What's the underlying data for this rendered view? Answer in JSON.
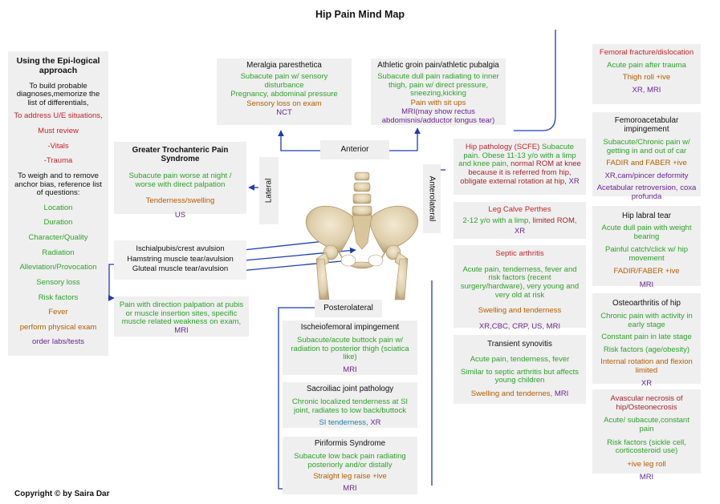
{
  "title": "Hip Pain Mind Map",
  "copyright": "Copyright © by Saira Dar",
  "epi": {
    "heading": "Using the Epi-logical approach",
    "lines": [
      {
        "t": "To build probable diagnoses,memorize the list of differentials,",
        "c": "k"
      },
      {
        "t": "To address U/E situations,",
        "c": "r"
      },
      {
        "t": "Must review",
        "c": "r"
      },
      {
        "t": "-Vitals",
        "c": "r"
      },
      {
        "t": "-Trauma",
        "c": "r"
      },
      {
        "t": "To weigh and to remove anchor bias, reference list of questions:",
        "c": "k"
      },
      {
        "t": "Location",
        "c": "g"
      },
      {
        "t": "Duration",
        "c": "g"
      },
      {
        "t": "Character/Quality",
        "c": "g"
      },
      {
        "t": "Radiation",
        "c": "g"
      },
      {
        "t": "Alleviation/Provocation",
        "c": "g"
      },
      {
        "t": "Sensory loss",
        "c": "g"
      },
      {
        "t": "Risk factors",
        "c": "g"
      },
      {
        "t": "Fever",
        "c": "o"
      },
      {
        "t": "perform physical exam",
        "c": "o"
      },
      {
        "t": "order labs/tests",
        "c": "p"
      }
    ]
  },
  "regions": {
    "anterior": "Anterior",
    "lateral": "Lateral",
    "anterolateral": "Anterolateral",
    "posterolateral": "Posterolateral"
  },
  "meralgia": {
    "lines": [
      {
        "t": "Meralgia paresthetica",
        "c": "hdp"
      },
      {
        "t": "Subacute pain w/ sensory disturbance",
        "c": "g"
      },
      {
        "t": "Pregnancy, abdominal pressure",
        "c": "g"
      },
      {
        "t": "Sensory loss on exam",
        "c": "o"
      },
      {
        "t": "NCT",
        "c": "p"
      }
    ]
  },
  "athletic": {
    "lines": [
      {
        "t": "Athletic groin pain/athletic pubalgia",
        "c": "hdp"
      },
      {
        "t": "Subacute dull pain radiating to inner thigh, pain w/ direct pressure, sneezing,kicking",
        "c": "g"
      },
      {
        "t": "Pain with sit ups",
        "c": "o"
      },
      {
        "t": "MRI(may show rectus abdomisnis/adductor longus tear)",
        "c": "p"
      }
    ]
  },
  "greater": {
    "lines": [
      {
        "t": "Greater Trochanteric Pain Syndrome",
        "c": "hd"
      },
      {
        "t": "Subacute pain worse at night / worse with direct palpation",
        "c": "g"
      },
      {
        "t": "Tenderness/swelling",
        "c": "o"
      },
      {
        "t": "US",
        "c": "p"
      }
    ]
  },
  "avulsion": {
    "lines": [
      {
        "t": "Ischialpubis/crest avulsion",
        "c": "k"
      },
      {
        "t": "Hamstring muscle tear/avulsion",
        "c": "k"
      },
      {
        "t": "Gluteal muscle tear/avulsion",
        "c": "k"
      }
    ]
  },
  "avulsion_detail": {
    "text": "Pain with direction palpation at pubis or muscle insertion sites, specific muscle related weakness on exam,",
    "test": "MRI"
  },
  "ischio": {
    "lines": [
      {
        "t": "Ischeiofemoral impingement",
        "c": "hdp"
      },
      {
        "t": "Subacute/acute buttock pain w/ radiation to posterior thigh (sciatica like)",
        "c": "g"
      },
      {
        "t": "MRI",
        "c": "p"
      }
    ]
  },
  "sacro": {
    "heading": "Sacroiliac joint pathology",
    "desc": "Chronic localized tenderness at SI joint, radiates to low back/buttock",
    "exam": "SI tenderness,",
    "test": "XR"
  },
  "piri": {
    "lines": [
      {
        "t": "Piriformis Syndrome",
        "c": "hdp"
      },
      {
        "t": "Subacute low back pain radiating posteriorly and/or distally",
        "c": "g"
      },
      {
        "t": "Straight leg raise +ive",
        "c": "o"
      },
      {
        "t": "MRI",
        "c": "p"
      }
    ]
  },
  "scfe": {
    "name": "Hip pathology (SCFE)",
    "desc1": "Subacute pain.",
    "desc2": "Obese 11-13 y/o with a limp and knee pain,",
    "exam": "normal ROM at knee because it is referred from hip, obligate external rotation at hip,",
    "test": "XR"
  },
  "perthes": {
    "name": "Leg Calve Perthes",
    "desc": "2-12 y/o with a limp,",
    "exam": "limited ROM,",
    "test": "XR"
  },
  "septic": {
    "lines": [
      {
        "t": "Septic arthritis",
        "c": "r"
      },
      {
        "t": "Acute pain, tenderness, fever and risk factors (recent surgery/hardware), very young and very old at risk",
        "c": "g"
      },
      {
        "t": "Swelling and tenderness",
        "c": "o"
      },
      {
        "t": "XR,CBC, CRP, US, MRI",
        "c": "p"
      }
    ]
  },
  "transient": {
    "name": "Transient synovitis",
    "desc1": "Acute pain, tenderness, fever",
    "desc2": "Similar to septic arthritis but affects young children",
    "exam": "Swelling and tendernes,",
    "test": "MRI"
  },
  "fracture": {
    "lines": [
      {
        "t": "Femoral fracture/dislocation",
        "c": "r"
      },
      {
        "t": "Acute pain after trauma",
        "c": "g"
      },
      {
        "t": "Thigh roll +ive",
        "c": "o"
      },
      {
        "t": "XR, MRI",
        "c": "p"
      }
    ]
  },
  "fai": {
    "lines": [
      {
        "t": "Femoroacetabular impingement",
        "c": "hdp"
      },
      {
        "t": "Subacute/Chronic pain w/ getting in and out of car",
        "c": "g"
      },
      {
        "t": "FADIR and FABER +ive",
        "c": "o"
      },
      {
        "t": "XR,cam/pincer deformity",
        "c": "p"
      },
      {
        "t": "Acetabular retroversion, coxa profunda",
        "c": "p"
      }
    ]
  },
  "labral": {
    "lines": [
      {
        "t": "Hip labral tear",
        "c": "hdp"
      },
      {
        "t": "Acute dull pain with weight bearing",
        "c": "g"
      },
      {
        "t": "Painful catch/click w/ hip movement",
        "c": "g"
      },
      {
        "t": "FADIR/FABER +ive",
        "c": "o"
      },
      {
        "t": "MRI",
        "c": "p"
      }
    ]
  },
  "oa": {
    "lines": [
      {
        "t": "Osteoarthritis of hip",
        "c": "hdp"
      },
      {
        "t": "Chronic pain with activity in early stage",
        "c": "g"
      },
      {
        "t": "Constant pain in late stage",
        "c": "g"
      },
      {
        "t": "Risk factors (age/obesity)",
        "c": "g"
      },
      {
        "t": "Internal rotation and flexion limited",
        "c": "o"
      },
      {
        "t": "XR",
        "c": "p"
      }
    ]
  },
  "avn": {
    "lines": [
      {
        "t": "Avascular necrosis of hip/Osteonecrosis",
        "c": "dr"
      },
      {
        "t": "Acute/ subacute,constant pain",
        "c": "g"
      },
      {
        "t": "Risk factors (sickle cell, corticosteroid use)",
        "c": "g"
      },
      {
        "t": "+ive leg roll",
        "c": "o"
      },
      {
        "t": "MRI",
        "c": "p"
      }
    ]
  }
}
